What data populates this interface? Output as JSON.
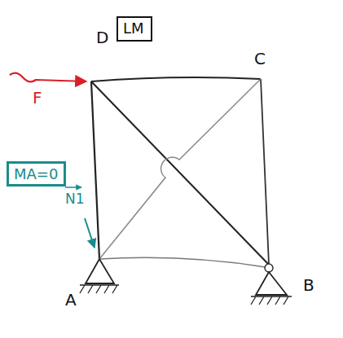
{
  "diagram": {
    "nodes": [
      {
        "text": [
          "LM"
        ]
      },
      {
        "text": [
          "MA=0"
        ]
      }
    ],
    "labels": [
      "D",
      "C",
      "A",
      "B",
      "F",
      "N1"
    ]
  }
}
